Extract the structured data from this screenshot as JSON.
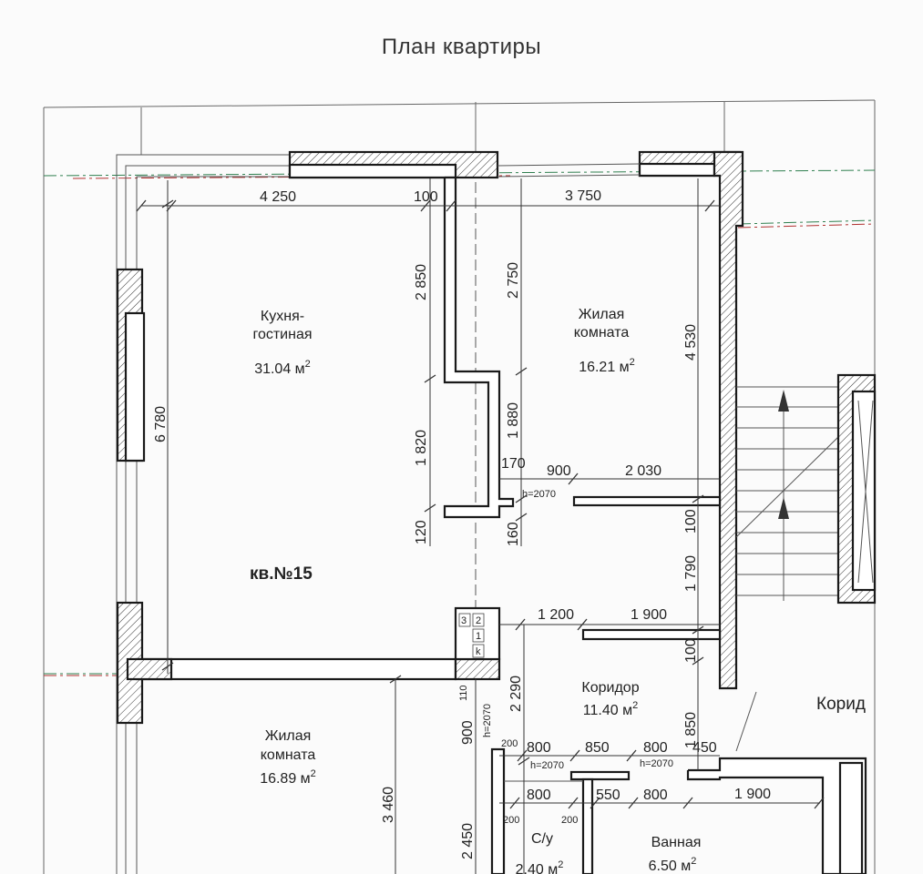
{
  "title": "План квартиры",
  "apartment_label": "кв.№15",
  "rooms": [
    {
      "name_line1": "Кухня-",
      "name_line2": "гостиная",
      "area": "31.04 м",
      "unit_sup": "2"
    },
    {
      "name_line1": "Жилая",
      "name_line2": "комната",
      "area": "16.21 м",
      "unit_sup": "2"
    },
    {
      "name_line1": "Жилая",
      "name_line2": "комната",
      "area": "16.89 м",
      "unit_sup": "2"
    },
    {
      "name_line1": "Коридор",
      "name_line2": "",
      "area": "11.40 м",
      "unit_sup": "2"
    },
    {
      "name_line1": "С/у",
      "name_line2": "",
      "area": "2.40 м",
      "unit_sup": "2"
    },
    {
      "name_line1": "Ванная",
      "name_line2": "",
      "area": "6.50 м",
      "unit_sup": "2"
    }
  ],
  "outside_label": "Корид",
  "dimensions": {
    "d4250": "4 250",
    "d100a": "100",
    "d3750": "3 750",
    "d2850": "2 850",
    "d2750": "2 750",
    "d4530": "4 530",
    "d6780": "6 780",
    "d1820": "1 820",
    "d1880": "1 880",
    "d120": "120",
    "d160": "160",
    "d170": "170",
    "d900a": "900",
    "d2030": "2 030",
    "h2070a": "h=2070",
    "d100b": "100",
    "d1790": "1 790",
    "d1200": "1 200",
    "d1900a": "1 900",
    "d100c": "100",
    "d2290": "2 290",
    "d110": "110",
    "h2070b": "h=2070",
    "d900b": "900",
    "d1850": "1 850",
    "d800a": "800",
    "d850": "850",
    "d800b": "800",
    "d450": "450",
    "d200a": "200",
    "h2070c": "h=2070",
    "h2070d": "h=2070",
    "d800c": "800",
    "d550": "550",
    "d800d": "800",
    "d1900b": "1 900",
    "d200b": "200",
    "d200c": "200",
    "d2450": "2 450",
    "d3460": "3 460"
  },
  "shaft_marks": [
    "3",
    "2",
    "1",
    "k"
  ]
}
